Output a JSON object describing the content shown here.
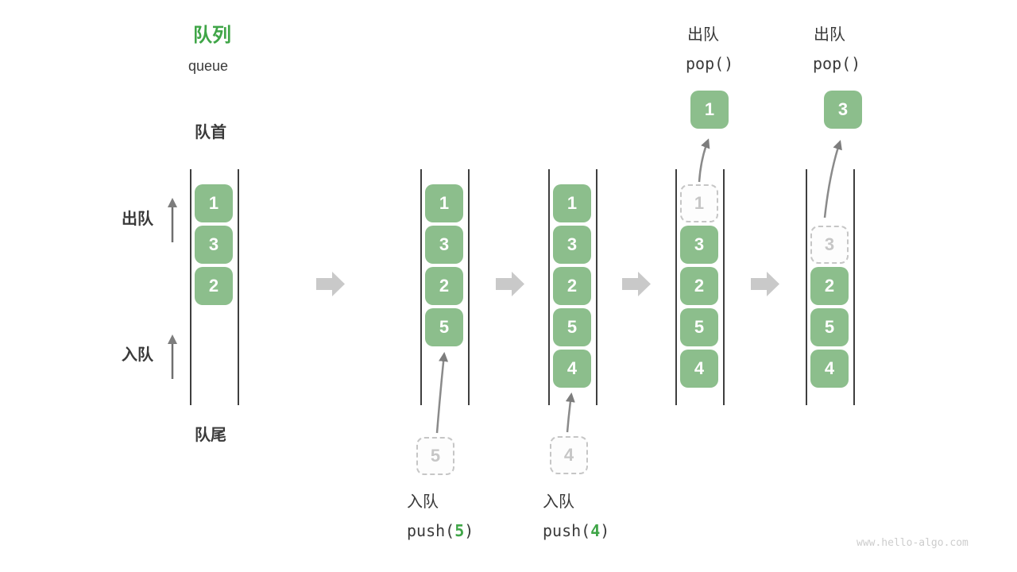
{
  "header": {
    "title_zh": "队列",
    "title_en": "queue"
  },
  "side_labels": {
    "front": "队首",
    "rear": "队尾",
    "dequeue": "出队",
    "enqueue": "入队"
  },
  "operations": {
    "push5": {
      "label": "入队",
      "code_prefix": "push(",
      "arg": "5",
      "code_suffix": ")"
    },
    "push4": {
      "label": "入队",
      "code_prefix": "push(",
      "arg": "4",
      "code_suffix": ")"
    },
    "pop1": {
      "label": "出队",
      "code": "pop()"
    },
    "pop2": {
      "label": "出队",
      "code": "pop()"
    }
  },
  "states": [
    {
      "name": "initial",
      "cells": [
        "1",
        "3",
        "2"
      ]
    },
    {
      "name": "after-push-5",
      "cells": [
        "1",
        "3",
        "2",
        "5"
      ],
      "incoming": "5"
    },
    {
      "name": "after-push-4",
      "cells": [
        "1",
        "3",
        "2",
        "5",
        "4"
      ],
      "incoming": "4"
    },
    {
      "name": "after-pop-1",
      "ghost": "1",
      "cells": [
        "3",
        "2",
        "5",
        "4"
      ],
      "popped": "1"
    },
    {
      "name": "after-pop-3",
      "ghost": "3",
      "cells": [
        "2",
        "5",
        "4"
      ],
      "popped": "3"
    }
  ],
  "colors": {
    "accent_green": "#3FA547",
    "cell_green": "#8CBE8C",
    "ghost_gray": "#c6c6c6",
    "wall_dark": "#3f3f3f",
    "thin_arrow_gray": "#7d7d7d",
    "block_arrow_gray": "#c9c9c9",
    "text_dark": "#3a3a3a"
  },
  "watermark": "www.hello-algo.com"
}
